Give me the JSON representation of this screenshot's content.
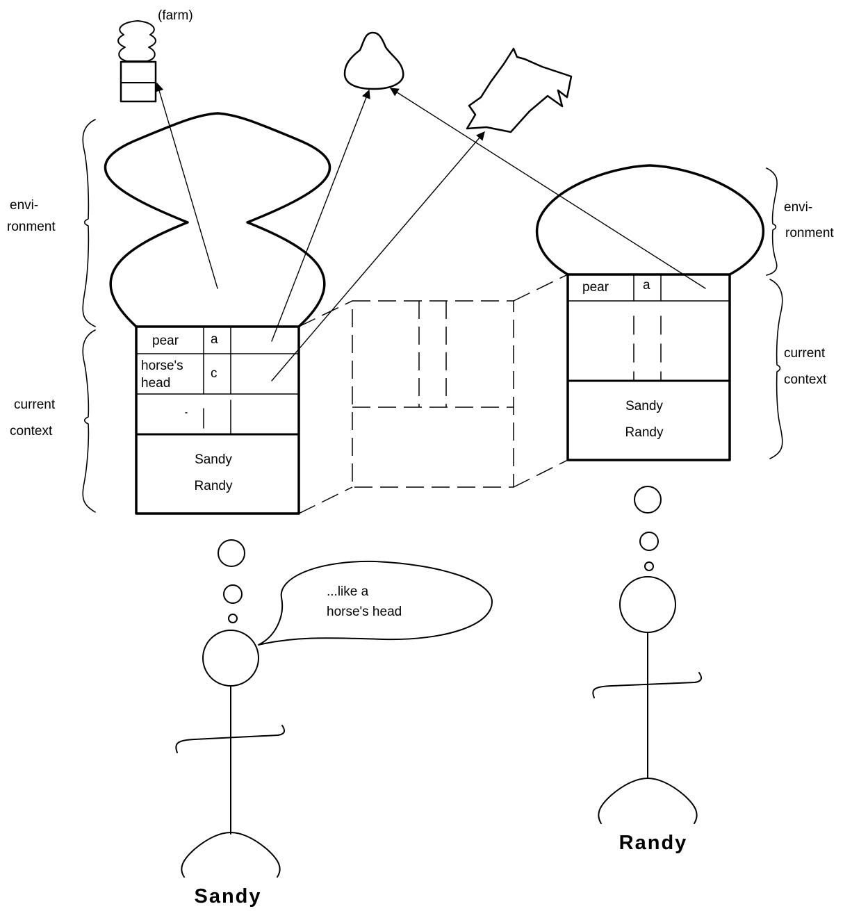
{
  "farm_label": "(farm)",
  "left": {
    "environment_label": [
      "envi-",
      "ronment"
    ],
    "current_context_label": [
      "current",
      "context"
    ],
    "rows": [
      {
        "item": [
          "pear"
        ],
        "tag": "a"
      },
      {
        "item": [
          "horse's",
          "head"
        ],
        "tag": "c"
      }
    ],
    "people": [
      "Sandy",
      "Randy"
    ]
  },
  "right": {
    "environment_label": [
      "envi-",
      "ronment"
    ],
    "current_context_label": [
      "current",
      "context"
    ],
    "rows": [
      {
        "item": [
          "pear"
        ],
        "tag": "a"
      }
    ],
    "people": [
      "Sandy",
      "Randy"
    ]
  },
  "speech": [
    "...like a",
    "horse's head"
  ],
  "figures": {
    "left_name": "Sandy",
    "right_name": "Randy"
  }
}
